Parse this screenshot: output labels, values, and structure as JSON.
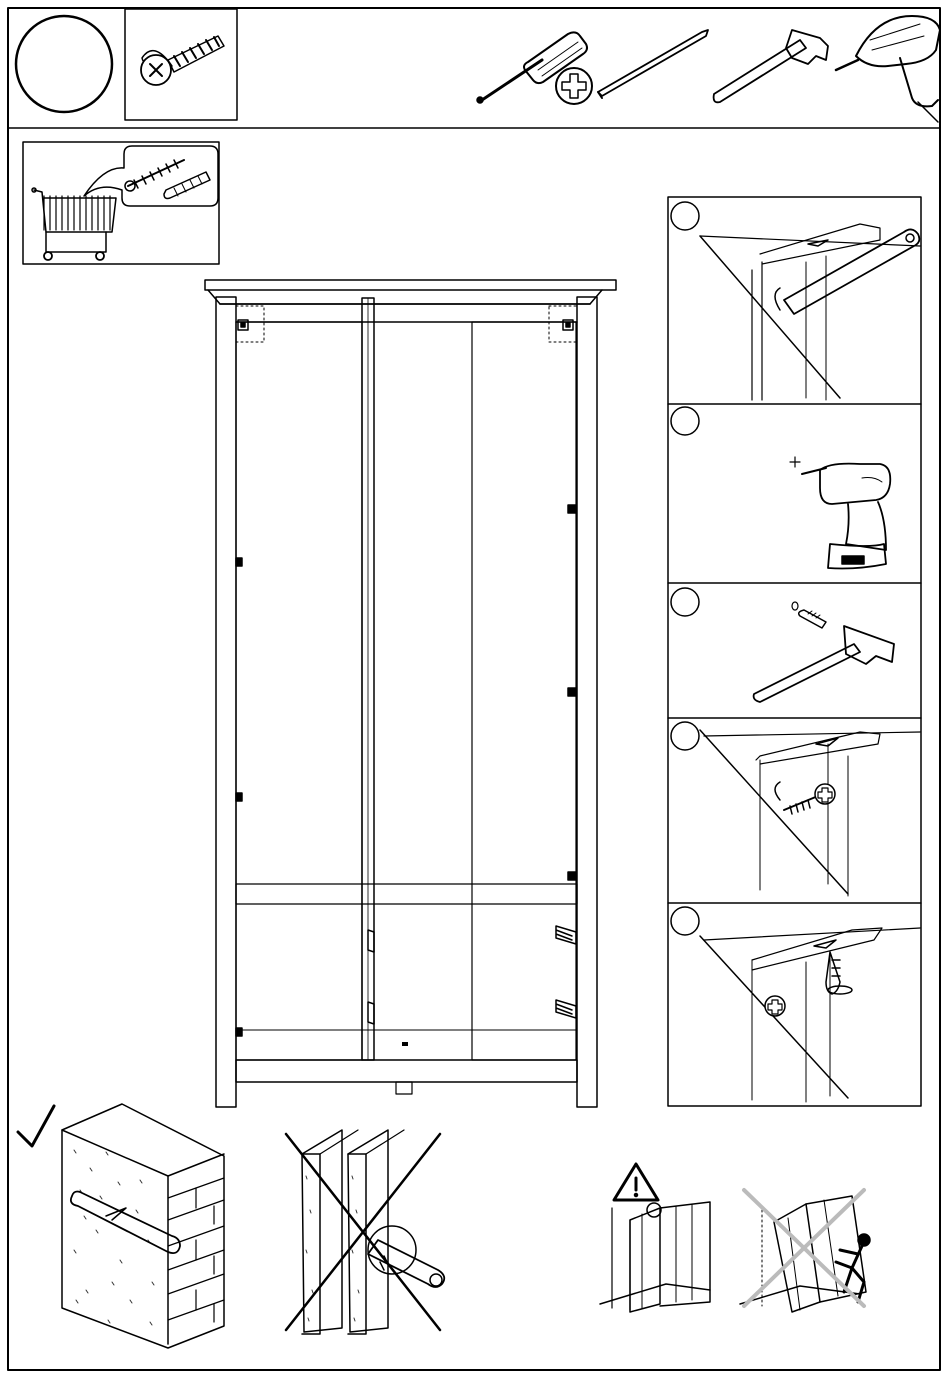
{
  "page": {
    "title": "",
    "background": "#ffffff",
    "line_color": "#000000",
    "hatch_color": "#333333",
    "gray_cross_color": "#bbbbbb"
  },
  "parts": {
    "quantity_label": "",
    "screw": "screw-icon",
    "purchase_separately": [
      "shopping-cart-icon",
      "wall-screw-icon",
      "wall-plug-icon"
    ]
  },
  "tools": [
    "phillips-screwdriver-icon",
    "phillips-bit-icon",
    "pencil-icon",
    "hammer-icon",
    "power-drill-icon"
  ],
  "steps": [
    {
      "number": "",
      "icon": "pencil-mark-step"
    },
    {
      "number": "",
      "icon": "drill-hole-step"
    },
    {
      "number": "",
      "icon": "insert-wall-plug-step"
    },
    {
      "number": "",
      "icon": "screw-bracket-to-wall-step"
    },
    {
      "number": "",
      "icon": "screw-bracket-to-cabinet-step"
    }
  ],
  "wall_guidance": [
    {
      "icon": "check-mark-icon",
      "meaning": "solid-wall-ok"
    },
    {
      "icon": "cross-icon",
      "meaning": "hollow-wall-not-ok"
    }
  ],
  "safety": [
    {
      "icon": "warning-triangle-icon"
    },
    {
      "icon": "tipping-wardrobe-icon"
    }
  ]
}
